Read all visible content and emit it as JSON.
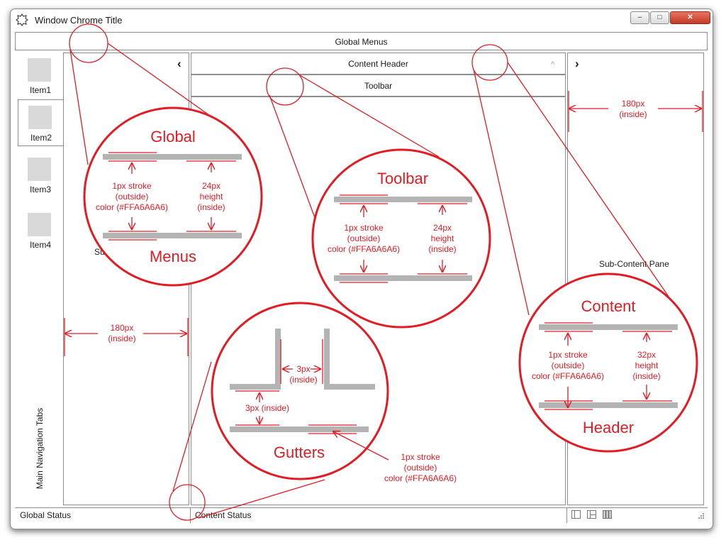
{
  "window": {
    "title": "Window Chrome Title",
    "app_icon": "gear-outline-icon",
    "controls": {
      "minimize": "–",
      "maximize": "□",
      "close": "✕"
    }
  },
  "global_menus": {
    "label": "Global Menus"
  },
  "nav": {
    "items": [
      {
        "label": "Item1",
        "selected": false
      },
      {
        "label": "Item2",
        "selected": true
      },
      {
        "label": "Item3",
        "selected": false
      },
      {
        "label": "Item4",
        "selected": false
      }
    ],
    "rotated_label": "Main Navigation Tabs"
  },
  "sub_pane_left": {
    "collapse_glyph": "‹",
    "label_fragment": "Su",
    "width_note": "180px\n(inside)"
  },
  "content": {
    "header_label": "Content Header",
    "header_collapse_glyph": "^",
    "toolbar_label": "Toolbar"
  },
  "sub_pane_right": {
    "expand_glyph": "›",
    "label": "Sub-Content Pane",
    "width_note": "180px\n(inside)"
  },
  "status": {
    "global": "Global Status",
    "content": "Content Status",
    "view_icons": [
      "single-pane-icon",
      "split-pane-icon",
      "three-pane-icon"
    ],
    "grip_icon": "resize-grip-icon"
  },
  "callouts": {
    "color": "#E31B23",
    "gray_bar_color": "#B4B4B4",
    "global_menus": {
      "title_top": "Global",
      "title_bottom": "Menus",
      "left_note": "1px stroke\n(outside)\ncolor (#FFA6A6A6)",
      "right_note": "24px\nheight\n(inside)"
    },
    "toolbar": {
      "title": "Toolbar",
      "left_note": "1px stroke\n(outside)\ncolor (#FFA6A6A6)",
      "right_note": "24px\nheight\n(inside)"
    },
    "content_header": {
      "title_top": "Content",
      "title_bottom": "Header",
      "left_note": "1px stroke\n(outside)\ncolor (#FFA6A6A6)",
      "right_note": "32px\nheight\n(inside)"
    },
    "gutters": {
      "title": "Gutters",
      "gap_note": "3px\n(inside)",
      "vertical_note": "3px (inside)",
      "outer_note": "1px stroke\n(outside)\ncolor (#FFA6A6A6)"
    }
  }
}
